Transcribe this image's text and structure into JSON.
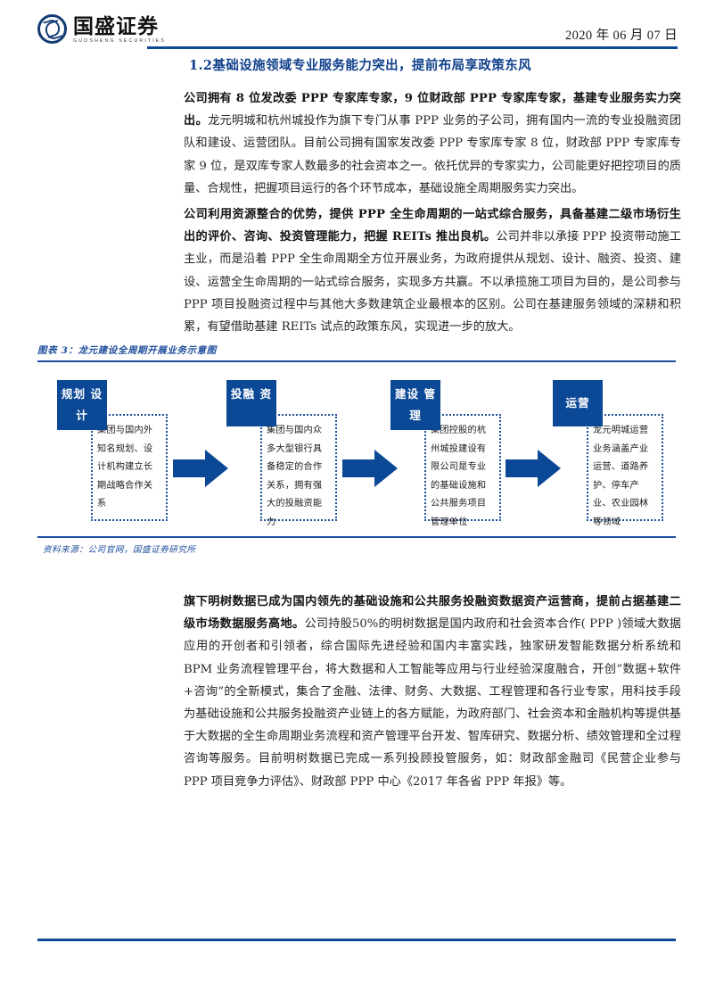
{
  "header": {
    "logo_cn": "国盛证券",
    "logo_en": "GUOSHENG SECURITIES",
    "date": "2020 年 06 月 07 日"
  },
  "section": {
    "heading": "1.2基础设施领域专业服务能力突出，提前布局享政策东风"
  },
  "paragraphs": {
    "p1_bold": "公司拥有 8 位发改委 PPP 专家库专家，9 位财政部 PPP 专家库专家，基建专业服务实力突出。",
    "p1_rest": "龙元明城和杭州城投作为旗下专门从事 PPP 业务的子公司，拥有国内一流的专业投融资团队和建设、运营团队。目前公司拥有国家发改委 PPP 专家库专家 8 位，财政部 PPP 专家库专家 9 位，是双库专家人数最多的社会资本之一。依托优异的专家实力，公司能更好把控项目的质量、合规性，把握项目运行的各个环节成本，基础设施全周期服务实力突出。",
    "p2_bold": "公司利用资源整合的优势，提供 PPP 全生命周期的一站式综合服务，具备基建二级市场衍生出的评价、咨询、投资管理能力，把握 REITs 推出良机。",
    "p2_rest": "公司并非以承接 PPP 投资带动施工主业，而是沿着 PPP 全生命周期全方位开展业务，为政府提供从规划、设计、融资、投资、建设、运营全生命周期的一站式综合服务，实现多方共赢。不以承揽施工项目为目的，是公司参与 PPP 项目投融资过程中与其他大多数建筑企业最根本的区别。公司在基建服务领域的深耕和积累，有望借助基建 REITs 试点的政策东风，实现进一步的放大。",
    "p3_bold": "旗下明树数据已成为国内领先的基础设施和公共服务投融资数据资产运营商，提前占据基建二级市场数据服务高地。",
    "p3_rest": "公司持股50%的明树数据是国内政府和社会资本合作( PPP )领域大数据应用的开创者和引领者，综合国际先进经验和国内丰富实践，独家研发智能数据分析系统和 BPM 业务流程管理平台，将大数据和人工智能等应用与行业经验深度融合，开创“数据+软件+咨询”的全新模式，集合了金融、法律、财务、大数据、工程管理和各行业专家，用科技手段为基础设施和公共服务投融资产业链上的各方赋能，为政府部门、社会资本和金融机构等提供基于大数据的全生命周期业务流程和资产管理平台开发、智库研究、数据分析、绩效管理和全过程咨询等服务。目前明树数据已完成一系列投顾投管服务，如：财政部金融司《民营企业参与 PPP 项目竞争力评估》、财政部 PPP 中心《2017 年各省 PPP 年报》等。"
  },
  "figure": {
    "caption": "图表 3：龙元建设全周期开展业务示意图",
    "source": "资料来源：公司官网，国盛证券研究所",
    "stages": [
      {
        "title": "规划\n设计",
        "body": "集团与国内外知名规划、设计机构建立长期战略合作关系"
      },
      {
        "title": "投融\n资",
        "body": "集团与国内众多大型银行具备稳定的合作关系，拥有强大的投融资能力"
      },
      {
        "title": "建设\n管理",
        "body": "集团控股的杭州城投建设有限公司是专业的基础设施和公共服务项目管理单位"
      },
      {
        "title": "运营",
        "body": "龙元明城运营业务涵盖产业运营、道路养护、停车产业、农业园林等领域"
      }
    ]
  },
  "colors": {
    "brand_blue": "#0B4896",
    "caption_blue": "#1F4E9C",
    "heading_blue": "#11418C"
  }
}
